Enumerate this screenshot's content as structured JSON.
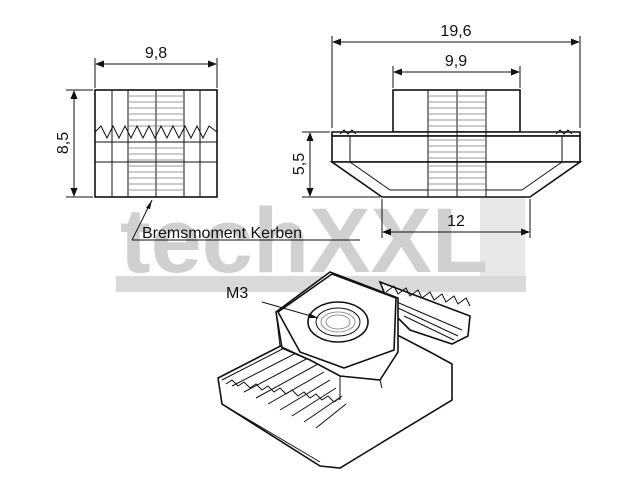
{
  "dimensions": {
    "left_width": "9,8",
    "left_height": "8,5",
    "right_total_width": "19,6",
    "right_top_width": "9,9",
    "right_height": "5,5",
    "right_bottom_width": "12"
  },
  "labels": {
    "brake_note": "Bremsmoment Kerben",
    "thread_size": "M3"
  },
  "watermark": {
    "text": "techXXL",
    "color": "#d9d9d9"
  },
  "colors": {
    "line": "#111111",
    "background": "#ffffff"
  }
}
